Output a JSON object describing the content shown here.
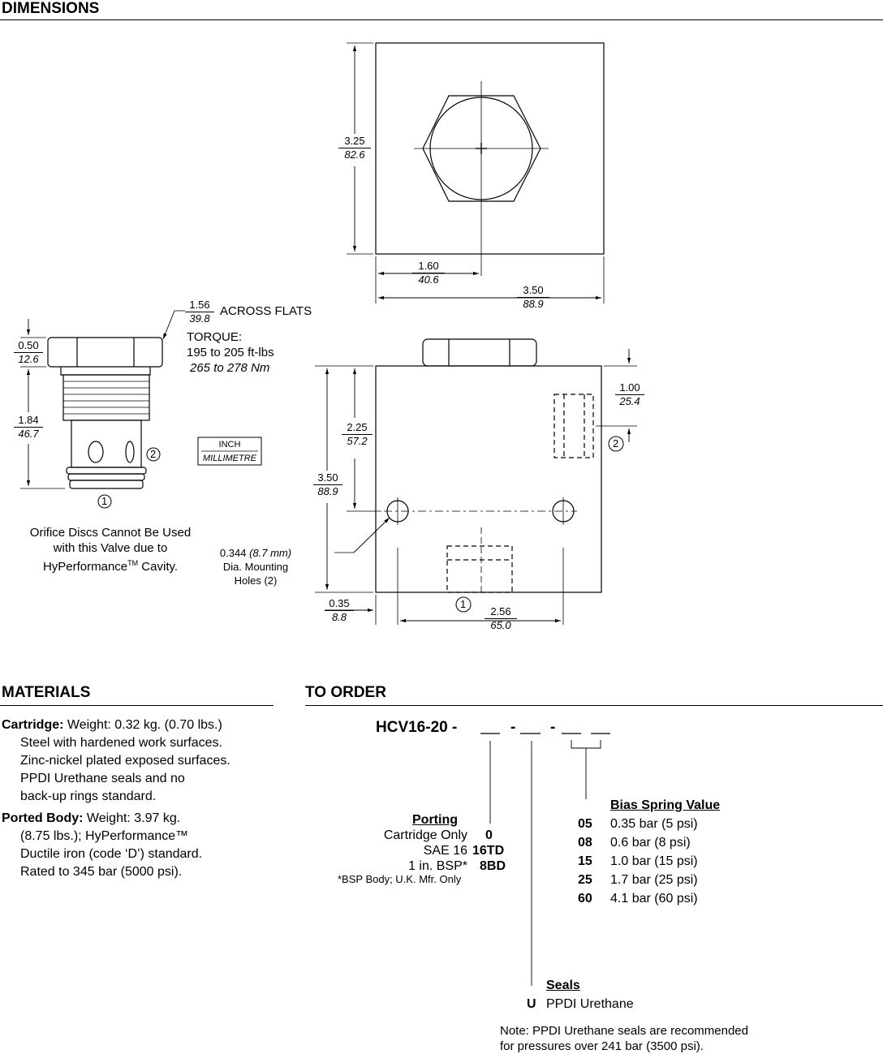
{
  "dimensions": {
    "heading": "DIMENSIONS",
    "top_view": {
      "height": {
        "in": "3.25",
        "mm": "82.6"
      },
      "center": {
        "in": "1.60",
        "mm": "40.6"
      },
      "width": {
        "in": "3.50",
        "mm": "88.9"
      }
    },
    "cartridge": {
      "hex": {
        "in": "1.56",
        "mm": "39.8"
      },
      "hex_note": "ACROSS FLATS",
      "torque_label": "TORQUE:",
      "torque_ftlbs": "195 to 205 ft-lbs",
      "torque_nm": "265 to 278 Nm",
      "hex_height": {
        "in": "0.50",
        "mm": "12.6"
      },
      "body_length": {
        "in": "1.84",
        "mm": "46.7"
      },
      "port1": "1",
      "port2": "2",
      "note_line1": "Orifice Discs Cannot Be Used",
      "note_line2": "with this Valve due to",
      "note_line3_pre": "HyPerformance",
      "note_line3_sup": "TM",
      "note_line3_post": " Cavity."
    },
    "legend": {
      "inch": "INCH",
      "mm": "MILLIMETRE"
    },
    "front_view": {
      "port2_depth": {
        "in": "1.00",
        "mm": "25.4"
      },
      "port2": "2",
      "hole_height": {
        "in": "2.25",
        "mm": "57.2"
      },
      "total_height": {
        "in": "3.50",
        "mm": "88.9"
      },
      "hole_note_value": "0.344 ",
      "hole_note_mm": "(8.7 mm)",
      "hole_note_line2": "Dia. Mounting",
      "hole_note_line3": "Holes (2)",
      "edge_offset": {
        "in": "0.35",
        "mm": "8.8"
      },
      "hole_spacing": {
        "in": "2.56",
        "mm": "65.0"
      },
      "port1": "1"
    }
  },
  "materials": {
    "heading": "MATERIALS",
    "cartridge_label": "Cartridge:",
    "cartridge_weight": " Weight: 0.32 kg. (0.70 lbs.)",
    "cartridge_lines": [
      "Steel with hardened work surfaces.",
      "Zinc-nickel plated exposed surfaces.",
      "PPDI Urethane seals and no",
      "back-up rings standard."
    ],
    "body_label": "Ported Body:",
    "body_weight": " Weight: 3.97 kg.",
    "body_lines": [
      "(8.75 lbs.); HyPerformance™",
      "Ductile iron (code ‘D’) standard.",
      "Rated to 345 bar (5000 psi)."
    ]
  },
  "to_order": {
    "heading": "TO ORDER",
    "model": "HCV16-20 -",
    "porting": {
      "title": "Porting",
      "options": [
        {
          "label": "Cartridge Only",
          "code": "0"
        },
        {
          "label": "SAE 16",
          "code": "16TD"
        },
        {
          "label": "1 in. BSP*",
          "code": "8BD"
        }
      ],
      "footnote": "*BSP Body; U.K. Mfr. Only"
    },
    "bias": {
      "title": "Bias Spring Value",
      "options": [
        {
          "code": "05",
          "label": "0.35 bar (5 psi)"
        },
        {
          "code": "08",
          "label": "0.6 bar (8 psi)"
        },
        {
          "code": "15",
          "label": "1.0 bar (15 psi)"
        },
        {
          "code": "25",
          "label": "1.7 bar (25 psi)"
        },
        {
          "code": "60",
          "label": "4.1 bar (60 psi)"
        }
      ]
    },
    "seals": {
      "title": "Seals",
      "options": [
        {
          "code": "U",
          "label": "PPDI Urethane"
        }
      ]
    },
    "note_line1": "Note: PPDI Urethane seals are recommended",
    "note_line2": "for pressures over 241 bar (3500 psi)."
  }
}
